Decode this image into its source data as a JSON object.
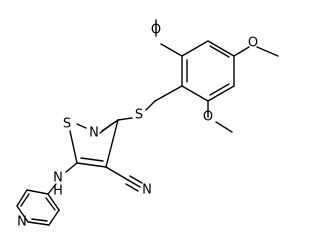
{
  "structure": {
    "atoms": {
      "ome_top_o": "O",
      "ome_top_me": "",
      "ome_right_o": "O",
      "ome_bottom_o": "O",
      "sulfur_bridge": "S",
      "ring_sulfur": "S",
      "ring_nitrogen": "N",
      "nitrile_nitrogen": "N",
      "amine_n": "N",
      "amine_h": "H",
      "pyridine_n": "N"
    }
  }
}
